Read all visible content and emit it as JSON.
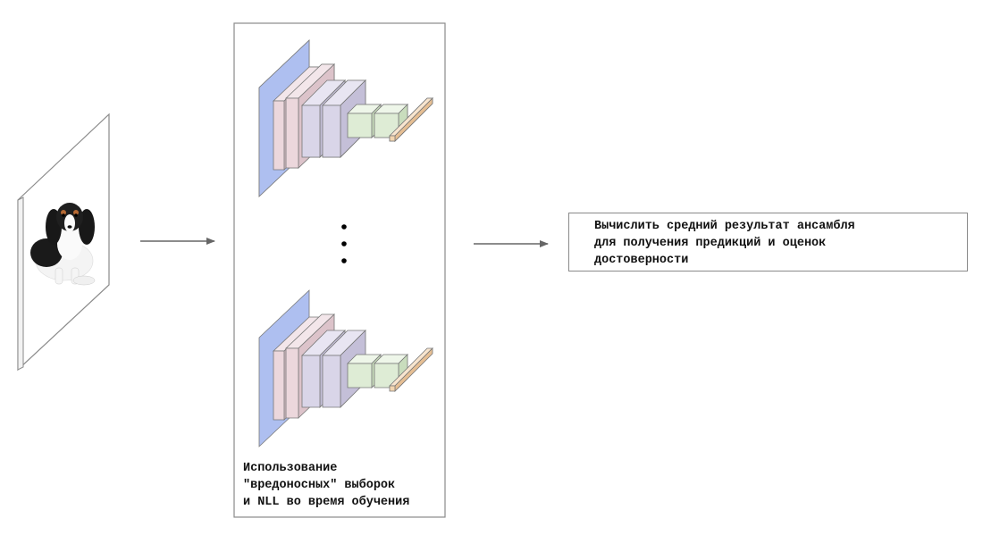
{
  "ensemble_label": {
    "line1": "Использование",
    "line2": "\"вредоносных\" выборок",
    "line3": "и NLL во время обучения"
  },
  "result": {
    "line1": "Вычислить средний результат ансамбля",
    "line2": "для получения предикций и оценок",
    "line3": "достоверности"
  },
  "colors": {
    "input_layer": "#aebff0",
    "conv_pink": "#ecd7dc",
    "conv_lavender": "#d9d5e8",
    "fc_green": "#deecd5",
    "output_orange": "#f3d5b0",
    "arrow": "#666666",
    "border": "#8a8a8a"
  },
  "icons": {
    "input_image": "dog-photo-icon",
    "ellipsis": "vertical-ellipsis-icon"
  }
}
